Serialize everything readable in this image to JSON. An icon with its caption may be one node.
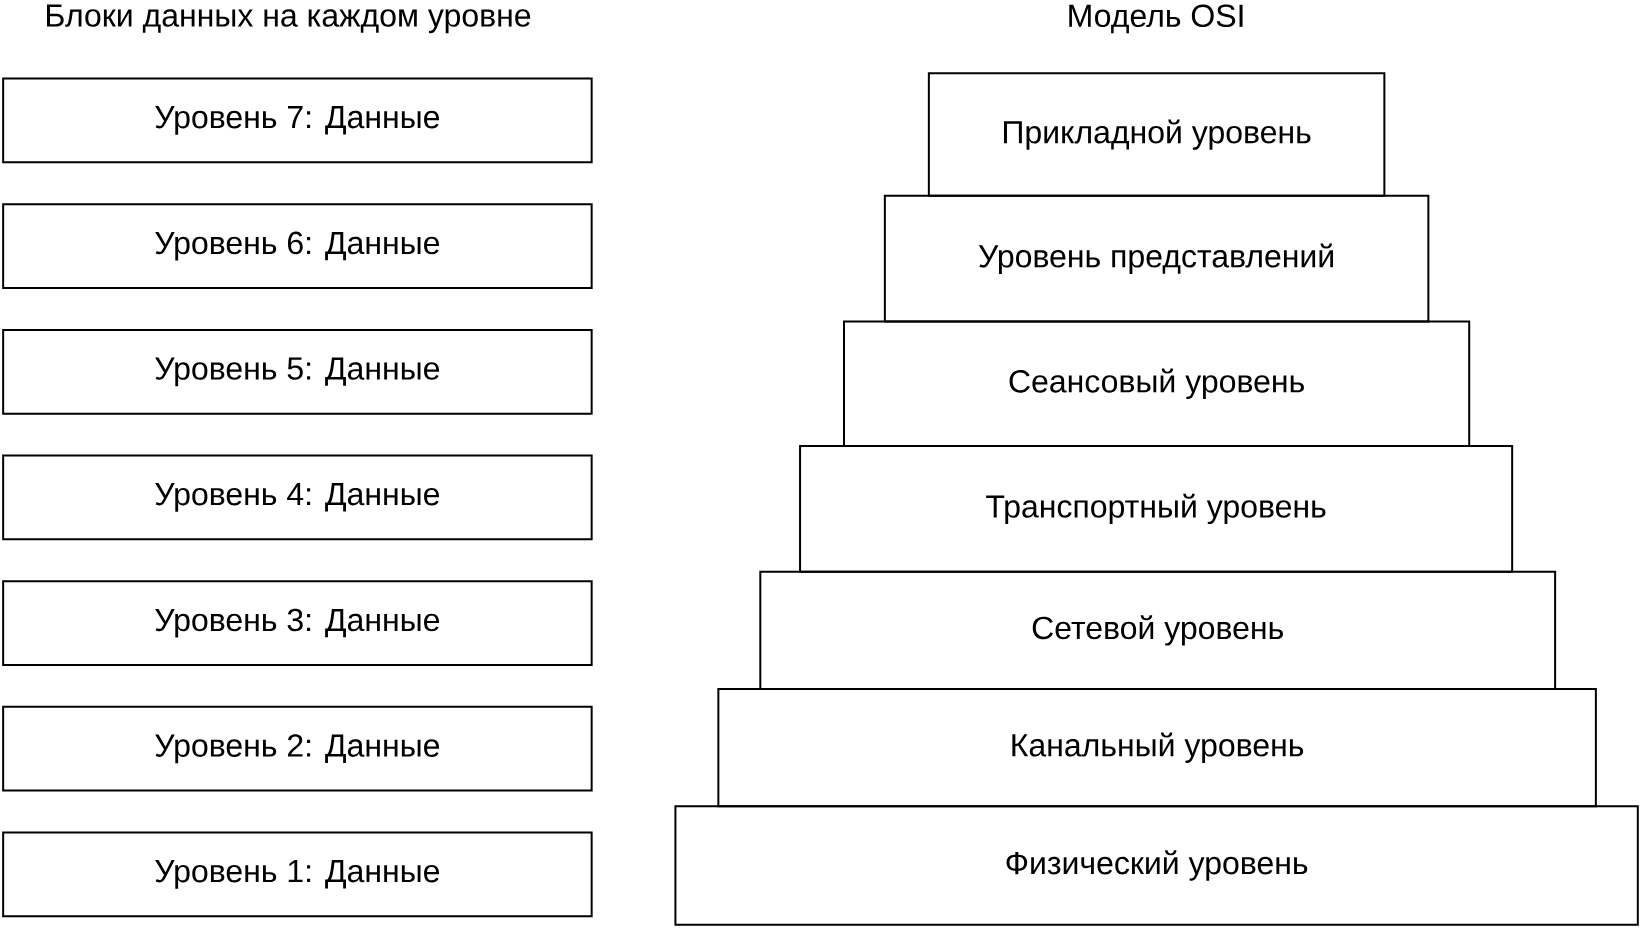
{
  "diagram": {
    "nodes": [
      {
        "text": [
          "Уровень 7: Данные"
        ]
      },
      {
        "text": [
          "Уровень 6: Данные"
        ]
      },
      {
        "text": [
          "Уровень 5: Данные"
        ]
      },
      {
        "text": [
          "Уровень 4: Данные"
        ]
      },
      {
        "text": [
          "Уровень 3: Данные"
        ]
      },
      {
        "text": [
          "Уровень 2: Данные"
        ]
      },
      {
        "text": [
          "Уровень 1: Данные"
        ]
      },
      {
        "text": [
          "Прикладной уровень"
        ]
      },
      {
        "text": [
          "Уровень представлений"
        ]
      },
      {
        "text": [
          "Сеансовый уровень"
        ]
      },
      {
        "text": [
          "Транспортный уровень"
        ]
      },
      {
        "text": [
          "Сетевой уровень"
        ]
      },
      {
        "text": [
          "Канальный уровень"
        ]
      },
      {
        "text": [
          "Физический уровень"
        ]
      }
    ],
    "labels": [
      "Блоки данных на каждом уровне",
      "Модель OSI"
    ]
  }
}
